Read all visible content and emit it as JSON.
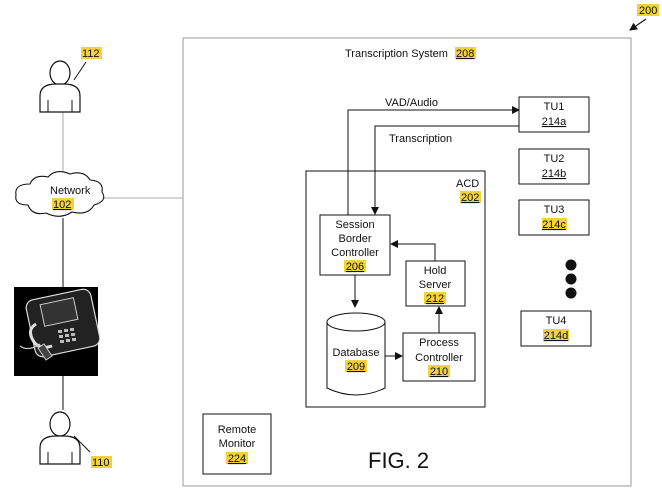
{
  "figure_ref": "200",
  "figure_label": "FIG. 2",
  "transcription_system": {
    "label": "Transcription System",
    "ref": "208"
  },
  "acd": {
    "label": "ACD",
    "ref": "202"
  },
  "network": {
    "label": "Network",
    "ref": "102"
  },
  "user_top_ref": "112",
  "user_bottom_ref": "110",
  "session_border_controller": {
    "line1": "Session",
    "line2": "Border",
    "line3": "Controller",
    "ref": "206"
  },
  "hold_server": {
    "line1": "Hold",
    "line2": "Server",
    "ref": "212"
  },
  "database": {
    "label": "Database",
    "ref": "209"
  },
  "process_controller": {
    "line1": "Process",
    "line2": "Controller",
    "ref": "210"
  },
  "remote_monitor": {
    "line1": "Remote",
    "line2": "Monitor",
    "ref": "224"
  },
  "arrows": {
    "vad_audio": "VAD/Audio",
    "transcription": "Transcription"
  },
  "tus": [
    {
      "label": "TU1",
      "ref": "214a"
    },
    {
      "label": "TU2",
      "ref": "214b"
    },
    {
      "label": "TU3",
      "ref": "214c"
    },
    {
      "label": "TU4",
      "ref": "214d"
    }
  ]
}
